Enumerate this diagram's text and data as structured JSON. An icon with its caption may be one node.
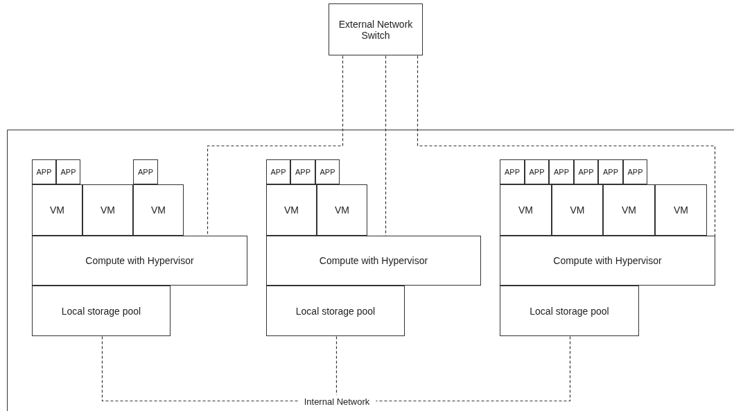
{
  "diagram": {
    "nodes": [
      {
        "text": [
          "External Network Switch"
        ]
      },
      {
        "text": [
          "APP"
        ]
      },
      {
        "text": [
          "APP"
        ]
      },
      {
        "text": [
          "APP"
        ]
      },
      {
        "text": [
          "VM"
        ]
      },
      {
        "text": [
          "VM"
        ]
      },
      {
        "text": [
          "VM"
        ]
      },
      {
        "text": [
          "Compute with Hypervisor"
        ]
      },
      {
        "text": [
          "Local storage pool"
        ]
      },
      {
        "text": [
          "APP"
        ]
      },
      {
        "text": [
          "APP"
        ]
      },
      {
        "text": [
          "APP"
        ]
      },
      {
        "text": [
          "VM"
        ]
      },
      {
        "text": [
          "VM"
        ]
      },
      {
        "text": [
          "Compute with Hypervisor"
        ]
      },
      {
        "text": [
          "Local storage pool"
        ]
      },
      {
        "text": [
          "APP"
        ]
      },
      {
        "text": [
          "APP"
        ]
      },
      {
        "text": [
          "APP"
        ]
      },
      {
        "text": [
          "APP"
        ]
      },
      {
        "text": [
          "APP"
        ]
      },
      {
        "text": [
          "APP"
        ]
      },
      {
        "text": [
          "VM"
        ]
      },
      {
        "text": [
          "VM"
        ]
      },
      {
        "text": [
          "VM"
        ]
      },
      {
        "text": [
          "VM"
        ]
      },
      {
        "text": [
          "Compute with Hypervisor"
        ]
      },
      {
        "text": [
          "Local storage pool"
        ]
      },
      {
        "text": [
          "Internal Network"
        ]
      }
    ],
    "edges": [
      {
        "from": 0,
        "to": 7,
        "arrow": "none",
        "style": "dashed"
      },
      {
        "from": 0,
        "to": 14,
        "arrow": "none",
        "style": "dashed"
      },
      {
        "from": 0,
        "to": 26,
        "arrow": "none",
        "style": "dashed"
      },
      {
        "from": 8,
        "to": 28,
        "arrow": "none",
        "style": "dashed"
      },
      {
        "from": 15,
        "to": 28,
        "arrow": "none",
        "style": "dashed"
      },
      {
        "from": 27,
        "to": 28,
        "arrow": "none",
        "style": "dashed"
      }
    ]
  }
}
